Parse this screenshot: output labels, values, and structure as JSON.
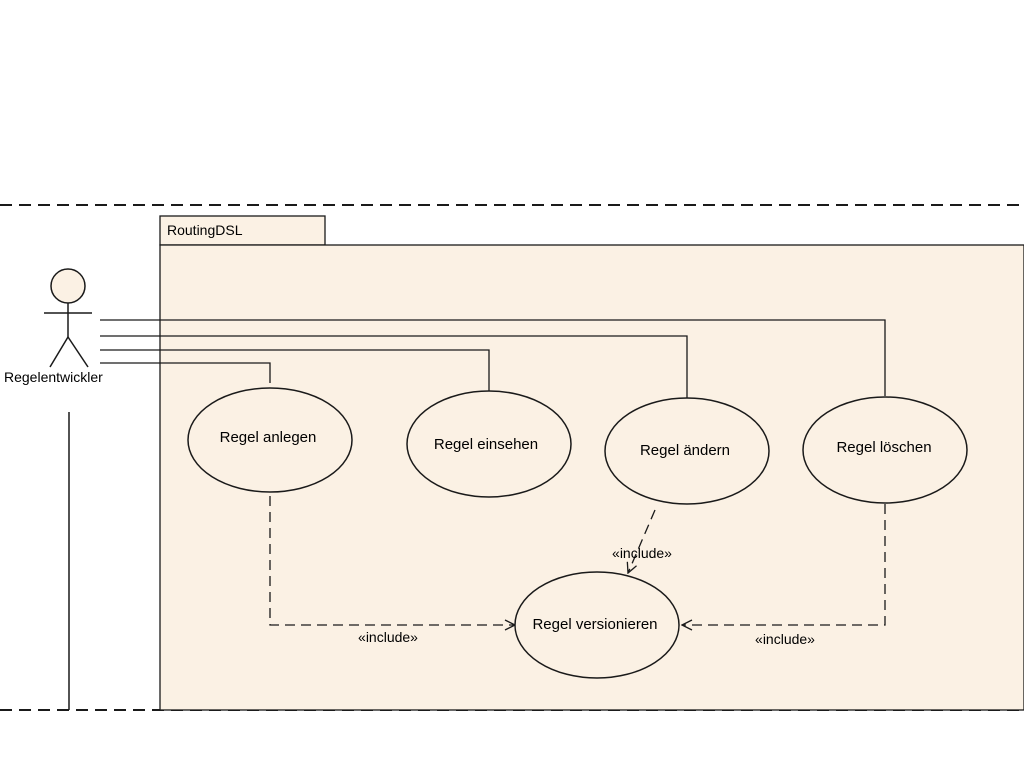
{
  "diagram": {
    "package": {
      "name": "RoutingDSL"
    },
    "actor": {
      "name": "Regelentwickler"
    },
    "use_cases": [
      {
        "id": "uc-anlegen",
        "label": "Regel anlegen"
      },
      {
        "id": "uc-einsehen",
        "label": "Regel einsehen"
      },
      {
        "id": "uc-aendern",
        "label": "Regel ändern"
      },
      {
        "id": "uc-loeschen",
        "label": "Regel löschen"
      },
      {
        "id": "uc-versionieren",
        "label": "Regel versionieren"
      }
    ],
    "relations": [
      {
        "from": "uc-anlegen",
        "to": "uc-versionieren",
        "label": "«include»"
      },
      {
        "from": "uc-aendern",
        "to": "uc-versionieren",
        "label": "«include»"
      },
      {
        "from": "uc-loeschen",
        "to": "uc-versionieren",
        "label": "«include»"
      }
    ],
    "colors": {
      "fill": "#fbf1e4",
      "stroke": "#1a1a1a"
    }
  }
}
